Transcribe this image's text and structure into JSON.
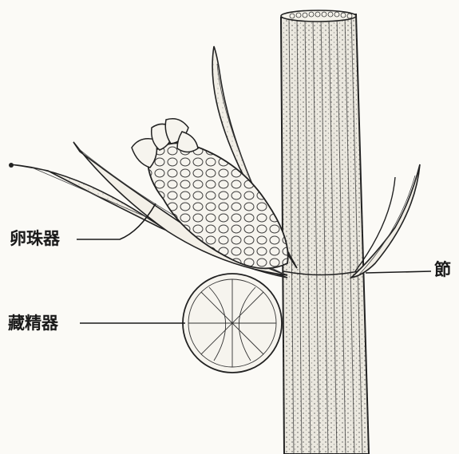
{
  "labels": {
    "oogonium": "卵珠器",
    "antheridium": "藏精器",
    "node": "節"
  },
  "colors": {
    "paper": "#fbfaf6",
    "ink": "#1a1a1a",
    "stem_shade": "#e9e6dc"
  }
}
